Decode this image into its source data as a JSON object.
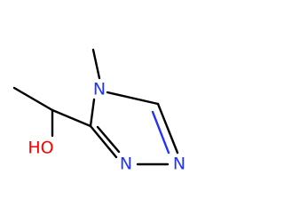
{
  "molecule": {
    "atoms": [
      {
        "id": "C1",
        "element": "C",
        "label": ""
      },
      {
        "id": "C2",
        "element": "C",
        "label": ""
      },
      {
        "id": "O1",
        "element": "O",
        "label": "HO"
      },
      {
        "id": "C3",
        "element": "C",
        "label": ""
      },
      {
        "id": "N4",
        "element": "N",
        "label": "N"
      },
      {
        "id": "CM",
        "element": "C",
        "label": ""
      },
      {
        "id": "C5",
        "element": "C",
        "label": ""
      },
      {
        "id": "N1",
        "element": "N",
        "label": "N"
      },
      {
        "id": "N2",
        "element": "N",
        "label": "N"
      }
    ],
    "bonds": [
      {
        "from": "C1",
        "to": "C2",
        "order": 1
      },
      {
        "from": "C2",
        "to": "O1",
        "order": 1
      },
      {
        "from": "C2",
        "to": "C3",
        "order": 1
      },
      {
        "from": "C3",
        "to": "N4",
        "order": 1
      },
      {
        "from": "N4",
        "to": "CM",
        "order": 1
      },
      {
        "from": "N4",
        "to": "C5",
        "order": 1
      },
      {
        "from": "C5",
        "to": "N1",
        "order": 2
      },
      {
        "from": "N1",
        "to": "N2",
        "order": 1
      },
      {
        "from": "N2",
        "to": "C3",
        "order": 2
      }
    ]
  },
  "colors": {
    "bond": "#000000",
    "nitrogen": "#2233ff",
    "oxygen": "#ff0000",
    "background": "#ffffff"
  }
}
